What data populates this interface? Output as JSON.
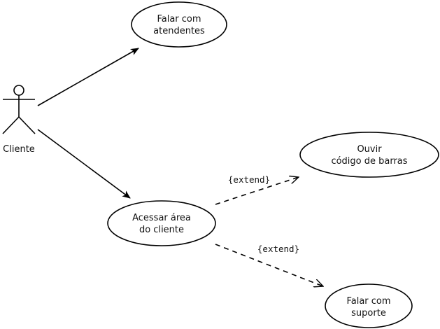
{
  "actor": {
    "label": "Cliente",
    "icon": "stick-figure-icon"
  },
  "use_cases": {
    "falar_atendentes": {
      "line1": "Falar com",
      "line2": "atendentes"
    },
    "acessar_area": {
      "line1": "Acessar área",
      "line2": "do cliente"
    },
    "ouvir_codigo": {
      "line1": "Ouvir",
      "line2": "código de barras"
    },
    "falar_suporte": {
      "line1": "Falar com",
      "line2": "suporte"
    }
  },
  "relations": {
    "extend_1": "{extend}",
    "extend_2": "{extend}"
  },
  "colors": {
    "stroke": "#000000",
    "background": "#ffffff"
  }
}
